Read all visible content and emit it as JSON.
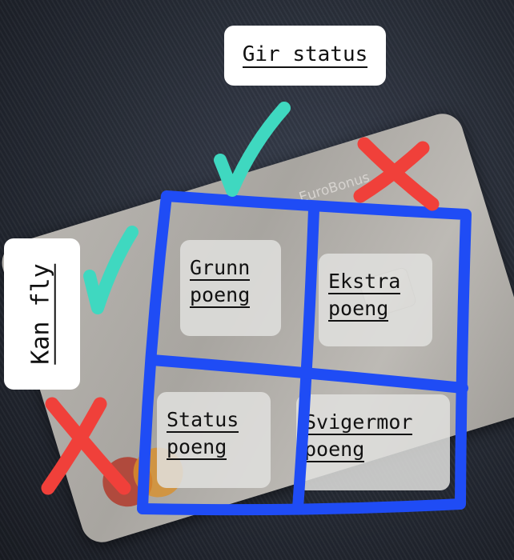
{
  "photo": {
    "subject": "credit-card",
    "card_brand_text": "EuroBonus"
  },
  "labels": {
    "top": "Gir status",
    "left": "Kan fly"
  },
  "cells": [
    {
      "line1": "Grunn",
      "line2": "poeng"
    },
    {
      "line1": "Ekstra",
      "line2": "poeng"
    },
    {
      "line1": "Status",
      "line2": "poeng"
    },
    {
      "line1": "Svigermor",
      "line2": "poeng"
    }
  ],
  "colors": {
    "grid": "#1f4cf5",
    "check": "#3fd8c0",
    "cross": "#f0403a"
  },
  "marks": {
    "top_check": "check-icon",
    "left_check": "check-icon",
    "top_right_cross": "cross-icon",
    "bottom_left_cross": "cross-icon"
  }
}
